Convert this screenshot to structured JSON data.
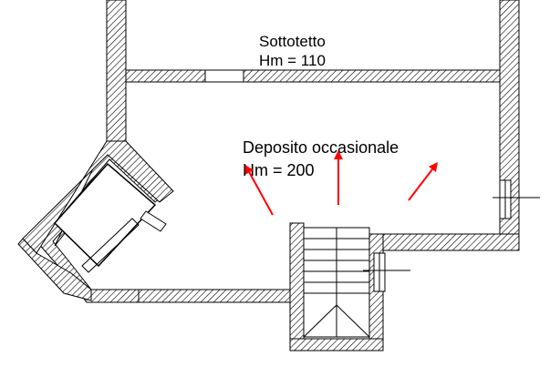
{
  "rooms": [
    {
      "name": "Sottotetto",
      "height_label": "Hm = 110"
    },
    {
      "name": "Deposito occasionale",
      "height_label": "Hm = 200"
    }
  ],
  "colors": {
    "wall_hatch": "#000000",
    "background": "#ffffff",
    "arrow": "#ff0000"
  },
  "arrow_count": 3
}
